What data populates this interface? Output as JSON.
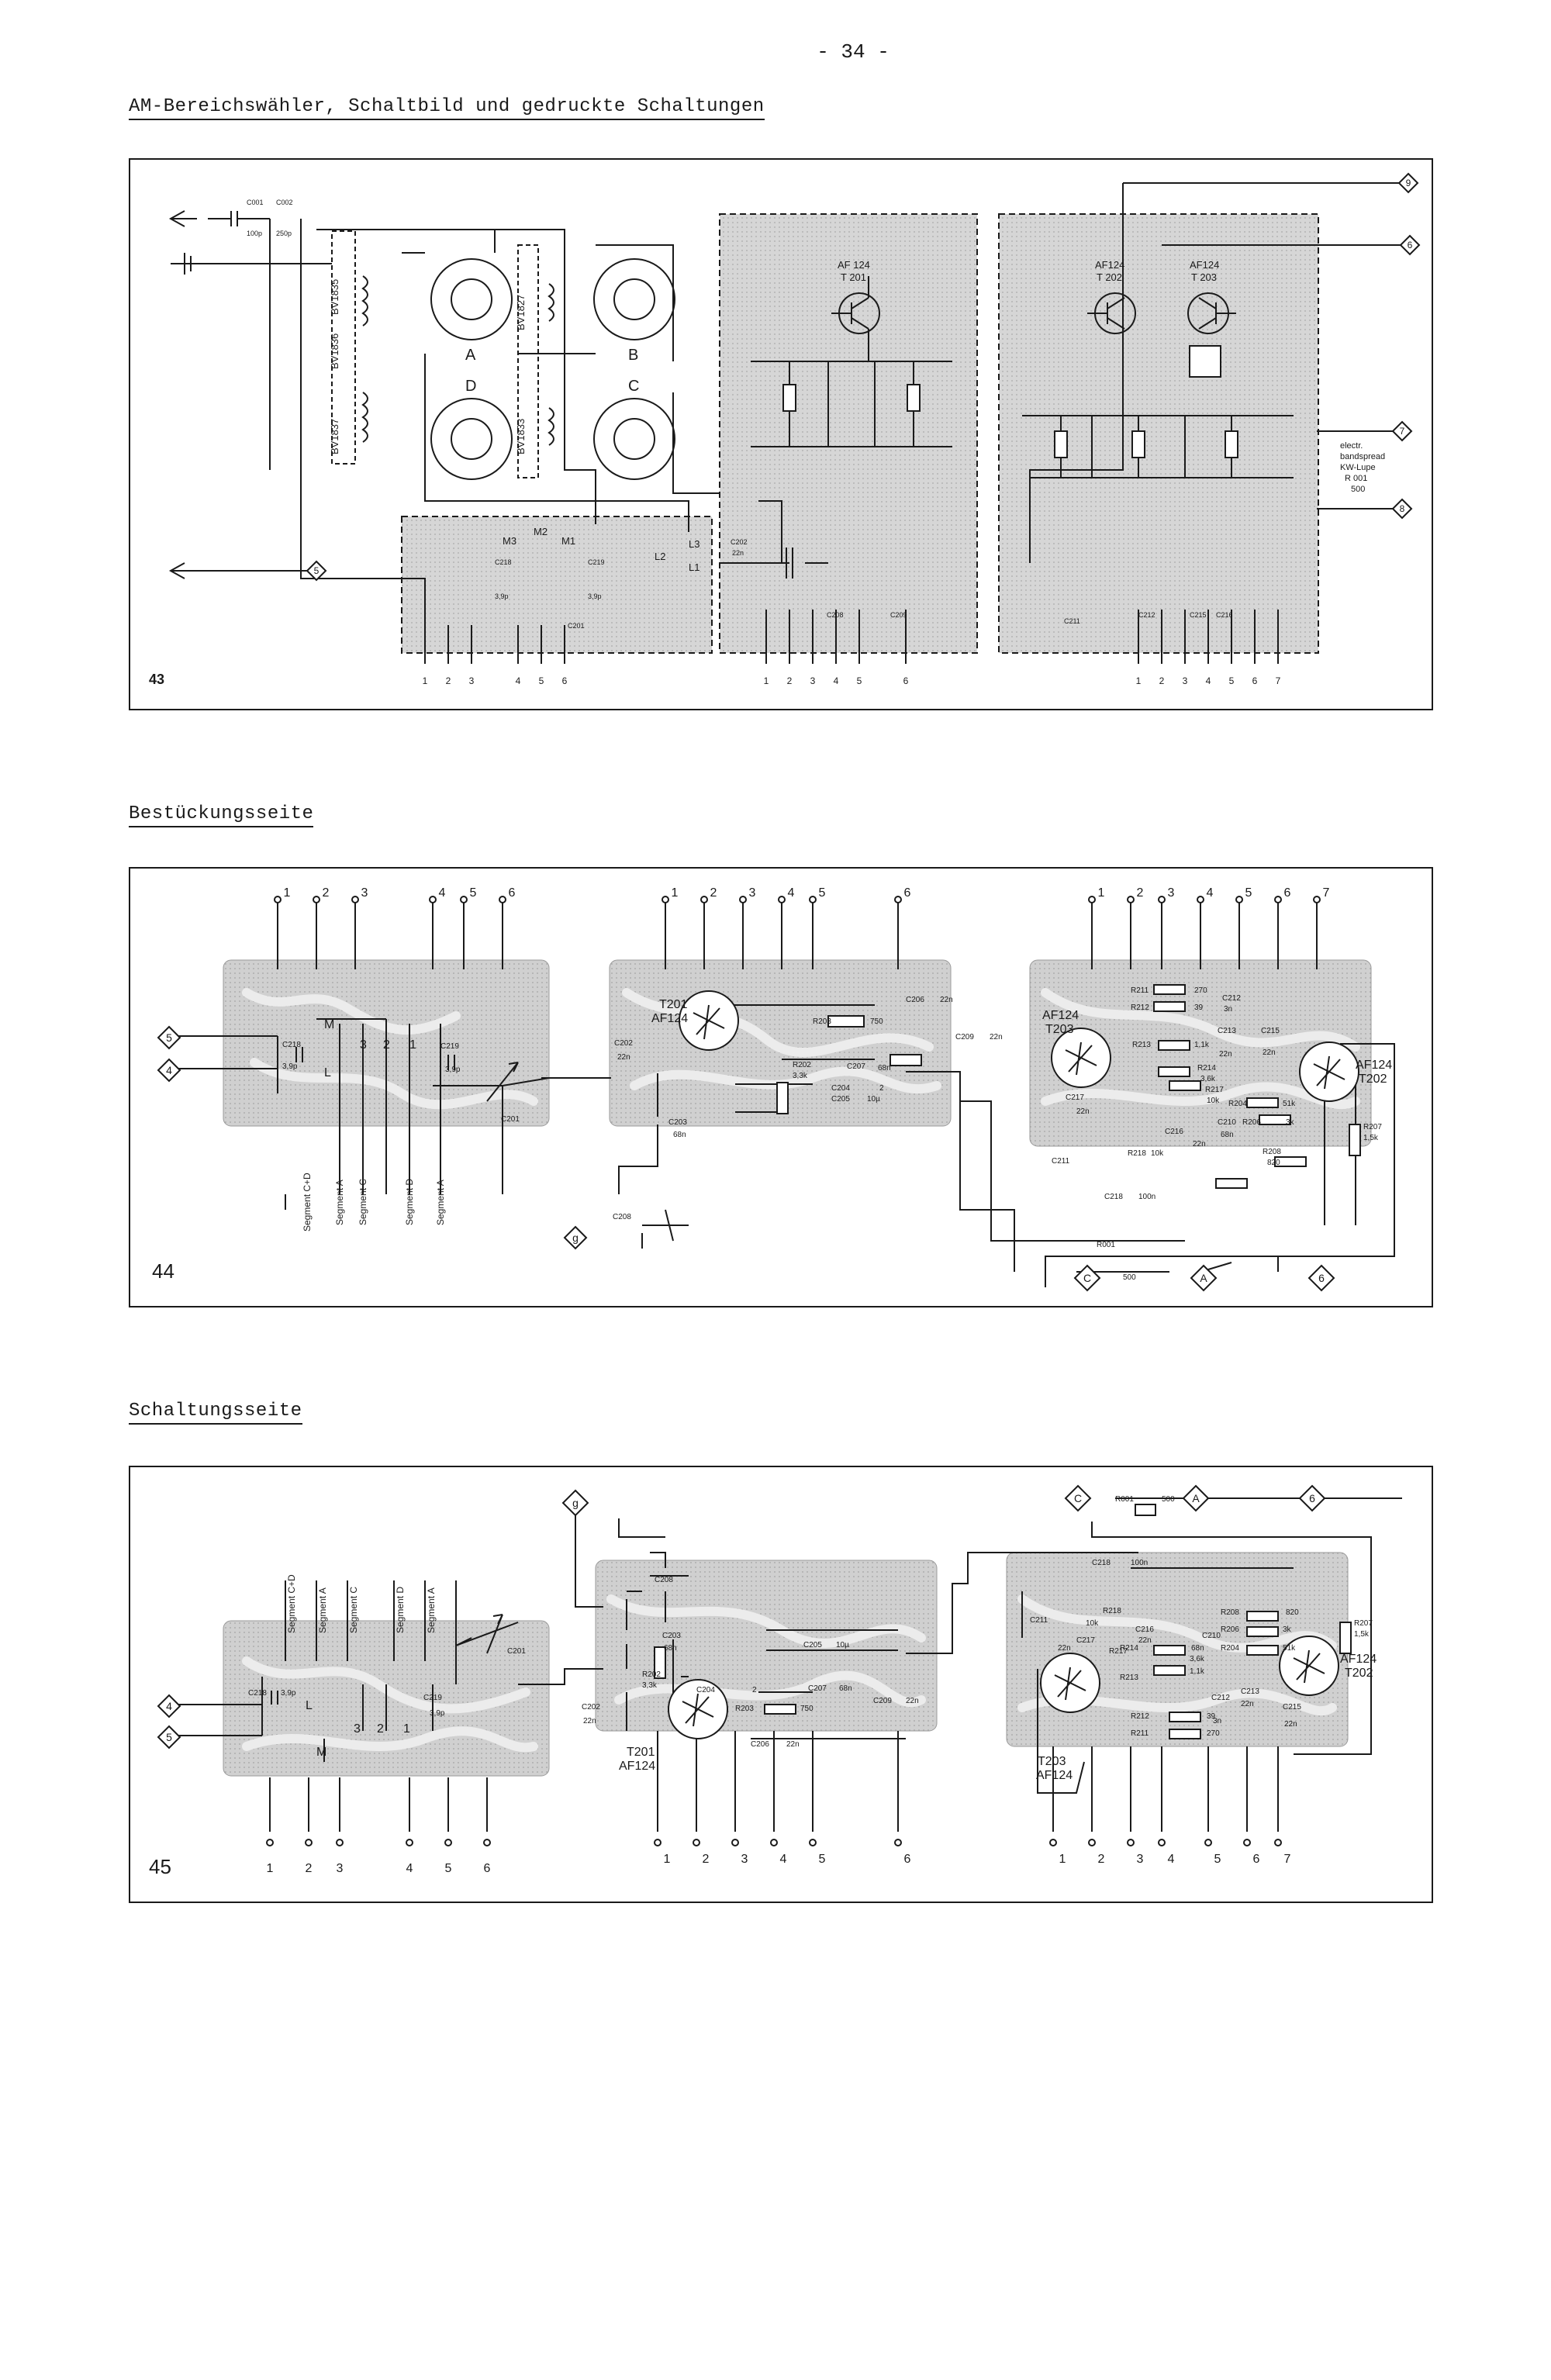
{
  "page": {
    "number": "- 34 -"
  },
  "sections": {
    "schematic_title": "AM-Bereichswähler, Schaltbild und gedruckte Schaltungen",
    "component_side_title": "Bestückungsseite",
    "circuit_side_title": "Schaltungsseite"
  },
  "figures": {
    "fig43": {
      "number": "43",
      "coil_labels": [
        "BV1835",
        "BV1836",
        "BV1837",
        "BV1827",
        "BV1833"
      ],
      "switch_letters": [
        "A",
        "B",
        "C",
        "D"
      ],
      "sw_labels": [
        "M3",
        "M2",
        "M1",
        "L3",
        "L2",
        "L1"
      ],
      "transistors": [
        {
          "type": "AF 124",
          "ref": "T 201"
        },
        {
          "type": "AF124",
          "ref": "T 202"
        },
        {
          "type": "AF124",
          "ref": "T 203"
        }
      ],
      "caps": [
        "C001",
        "C002",
        "C218",
        "C219",
        "C201",
        "C202",
        "C208",
        "C209",
        "C211",
        "C212",
        "C215",
        "C216"
      ],
      "cap_values": [
        "100p",
        "250p",
        "3,9p",
        "22n"
      ],
      "electr_note": [
        "electr.",
        "bandspread",
        "KW-Lupe",
        "R 001",
        "500"
      ],
      "diamonds": [
        "9",
        "6",
        "5",
        "7",
        "8"
      ],
      "pins_a": [
        "1",
        "2",
        "3",
        "4",
        "5",
        "6"
      ],
      "pins_b": [
        "1",
        "2",
        "3",
        "4",
        "5",
        "6"
      ],
      "pins_c": [
        "1",
        "2",
        "3",
        "4",
        "5",
        "6",
        "7"
      ]
    },
    "fig44": {
      "number": "44",
      "pins_a": [
        "1",
        "2",
        "3",
        "4",
        "5",
        "6"
      ],
      "pins_b": [
        "1",
        "2",
        "3",
        "4",
        "5",
        "6"
      ],
      "pins_c": [
        "1",
        "2",
        "3",
        "4",
        "5",
        "6",
        "7"
      ],
      "diamonds_left": [
        "5",
        "4"
      ],
      "diamond_g": "g",
      "diamonds_bottom": [
        "C",
        "A",
        "6"
      ],
      "segments": [
        "Segment C+D",
        "Segment A",
        "Segment C",
        "Segment D",
        "Segment A"
      ],
      "switch_marks": [
        "M",
        "L",
        "3",
        "2",
        "1"
      ],
      "t201": [
        "T201",
        "AF124"
      ],
      "t203": [
        "AF124",
        "T203"
      ],
      "t202": [
        "AF124",
        "T202"
      ],
      "parts_a": [
        "C218",
        "3,9p",
        "C219",
        "3,9p",
        "C201"
      ],
      "parts_b": [
        "C202",
        "22n",
        "R202",
        "3,3k",
        "R203",
        "750",
        "C206",
        "22n",
        "C204",
        "2",
        "C203",
        "68n",
        "C207",
        "68n",
        "C205",
        "10µ",
        "C209",
        "22n",
        "C208"
      ],
      "parts_c": [
        "R211",
        "270",
        "R212",
        "39",
        "R213",
        "1,1k",
        "R214",
        "3,6k",
        "R217",
        "10k",
        "C212",
        "3n",
        "C213",
        "22n",
        "C215",
        "22n",
        "C217",
        "22n",
        "C216",
        "22n",
        "C210",
        "68n",
        "R206",
        "3k",
        "R204",
        "51k",
        "R208",
        "820",
        "R207",
        "1,5k",
        "C211",
        "R218",
        "10k",
        "C218",
        "100n",
        "R001",
        "500"
      ]
    },
    "fig45": {
      "number": "45",
      "pins_a": [
        "1",
        "2",
        "3",
        "4",
        "5",
        "6"
      ],
      "pins_b": [
        "1",
        "2",
        "3",
        "4",
        "5",
        "6"
      ],
      "pins_c": [
        "1",
        "2",
        "3",
        "4",
        "5",
        "6",
        "7"
      ],
      "diamonds_left": [
        "4",
        "5"
      ],
      "diamond_g": "g",
      "diamonds_top": [
        "C",
        "A",
        "6"
      ],
      "segments": [
        "Segment C+D",
        "Segment A",
        "Segment C",
        "Segment D",
        "Segment A"
      ],
      "switch_marks": [
        "M",
        "L",
        "3",
        "2",
        "1"
      ],
      "t201": [
        "T201",
        "AF124"
      ],
      "t203": [
        "T203",
        "AF124"
      ],
      "t202": [
        "AF124",
        "T202"
      ],
      "parts_a": [
        "C218",
        "3,9p",
        "C219",
        "3,9p",
        "C201"
      ],
      "parts_b": [
        "C208",
        "C203",
        "68n",
        "R202",
        "3,3k",
        "C202",
        "22n",
        "C204",
        "2",
        "C205",
        "10µ",
        "C207",
        "68n",
        "R203",
        "750",
        "C209",
        "22n",
        "C206",
        "22n"
      ],
      "parts_c": [
        "R001",
        "500",
        "C218",
        "100n",
        "C211",
        "R218",
        "10k",
        "C217",
        "22n",
        "R217",
        "C216",
        "22n",
        "C210",
        "68n",
        "R208",
        "820",
        "R206",
        "3k",
        "R204",
        "51k",
        "R207",
        "1,5k",
        "R214",
        "3,6k",
        "R213",
        "1,1k",
        "C212",
        "3n",
        "C213",
        "22n",
        "C215",
        "22n",
        "R212",
        "39",
        "R211",
        "270"
      ]
    }
  }
}
